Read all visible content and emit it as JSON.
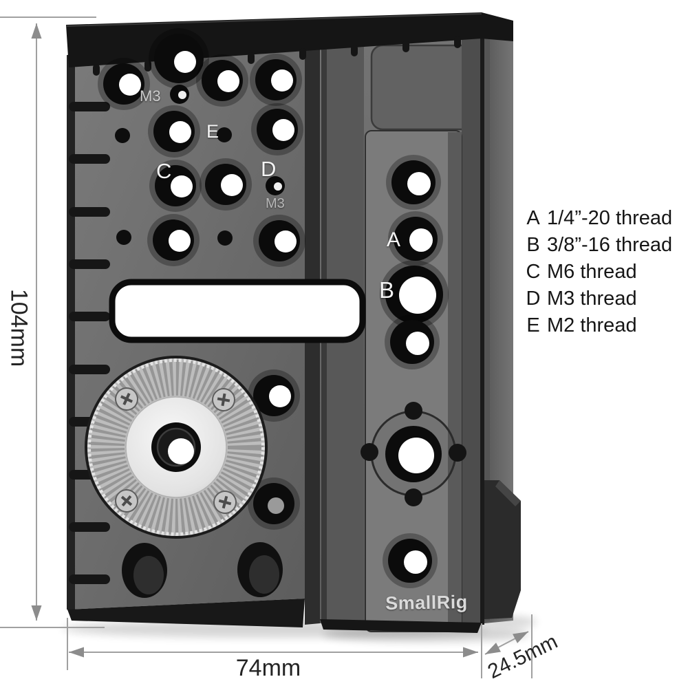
{
  "dimensions": {
    "height": "104mm",
    "width": "74mm",
    "depth": "24.5mm"
  },
  "legend": {
    "items": [
      {
        "key": "A",
        "desc": "1/4”-20 thread"
      },
      {
        "key": "B",
        "desc": "3/8”-16 thread"
      },
      {
        "key": "C",
        "desc": "M6 thread"
      },
      {
        "key": "D",
        "desc": "M3 thread"
      },
      {
        "key": "E",
        "desc": "M2 thread"
      }
    ]
  },
  "plate": {
    "brand": "SmallRig",
    "labels": {
      "m3_top": "M3",
      "e": "E",
      "c": "C",
      "d": "D",
      "m3_mid": "M3",
      "a": "A",
      "b": "B"
    }
  },
  "colors": {
    "background": "#ffffff",
    "plate_face": "#6e6e6e",
    "plate_edge": "#151515",
    "rosette_silver": "#c9c9c9",
    "dimension_line": "#a0a0a0",
    "annotation_text": "#1c1c1c",
    "plate_label_text": "#f2f2f2"
  }
}
